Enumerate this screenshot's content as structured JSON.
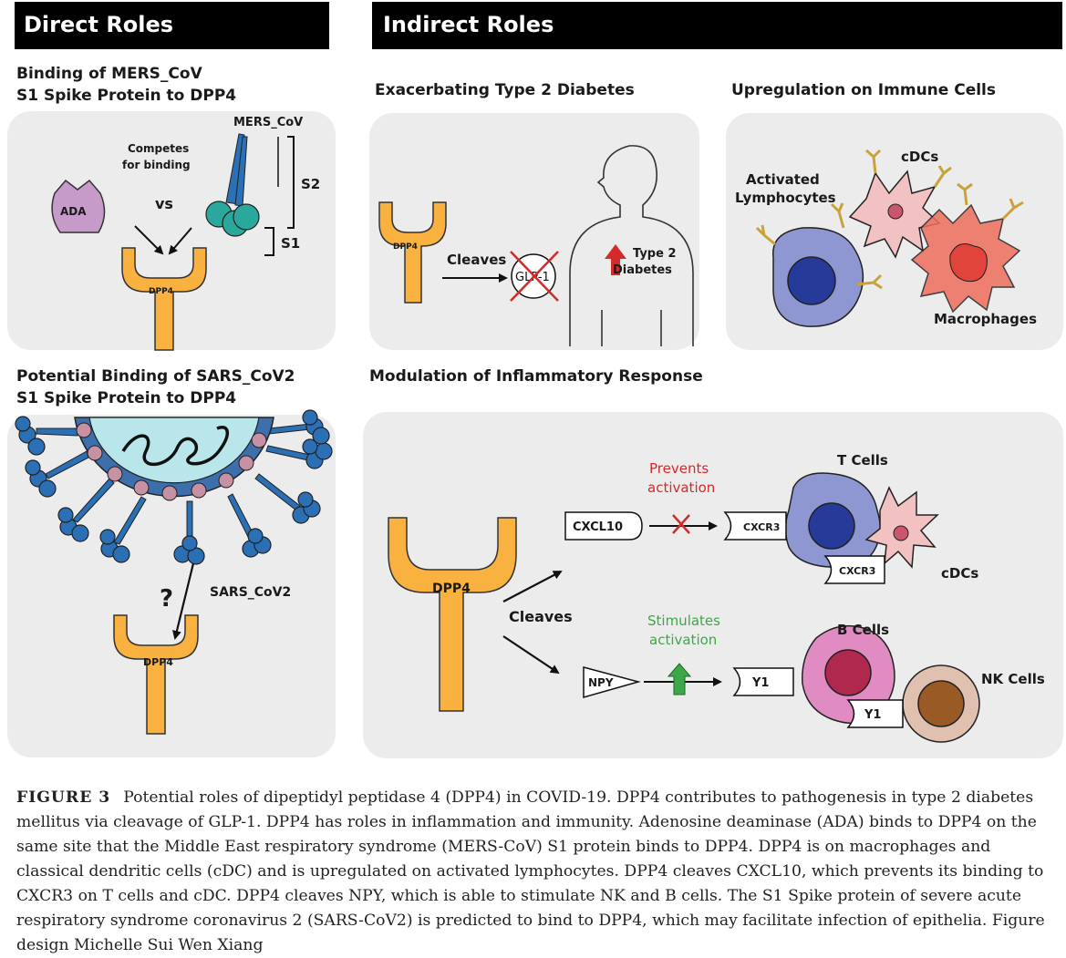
{
  "headers": {
    "direct": "Direct Roles",
    "indirect": "Indirect Roles"
  },
  "mers": {
    "title1": "Binding of MERS_CoV",
    "title2": "S1 Spike Protein to DPP4",
    "ada": "ADA",
    "competes1": "Competes",
    "competes2": "for binding",
    "vs": "vs",
    "virus": "MERS_CoV",
    "s2": "S2",
    "s1": "S1",
    "dpp4": "DPP4"
  },
  "sars": {
    "title1": "Potential Binding of SARS_CoV2",
    "title2": "S1 Spike Protein to DPP4",
    "question": "?",
    "virus": "SARS_CoV2",
    "dpp4": "DPP4"
  },
  "diabetes": {
    "title": "Exacerbating Type 2 Diabetes",
    "dpp4": "DPP4",
    "cleaves": "Cleaves",
    "glp1": "GLP-1",
    "result1": "Type 2",
    "result2": "Diabetes"
  },
  "immune": {
    "title": "Upregulation on Immune Cells",
    "lymph1": "Activated",
    "lymph2": "Lymphocytes",
    "cdcs": "cDCs",
    "macro": "Macrophages"
  },
  "inflam": {
    "title": "Modulation of Inflammatory Response",
    "dpp4": "DPP4",
    "cleaves": "Cleaves",
    "cxcl10": "CXCL10",
    "prevents1": "Prevents",
    "prevents2": "activation",
    "cxcr3a": "CXCR3",
    "cxcr3b": "CXCR3",
    "tcells": "T Cells",
    "cdcs": "cDCs",
    "npy": "NPY",
    "stim1": "Stimulates",
    "stim2": "activation",
    "y1a": "Y1",
    "y1b": "Y1",
    "bcells": "B Cells",
    "nkcells": "NK Cells"
  },
  "caption": {
    "label": "FIGURE 3",
    "text": "Potential roles of dipeptidyl peptidase 4 (DPP4) in COVID-19. DPP4 contributes to pathogenesis in type 2 diabetes mellitus via cleavage of GLP-1. DPP4 has roles in inflammation and immunity. Adenosine deaminase (ADA) binds to DPP4 on the same site that the Middle East respiratory syndrome (MERS-CoV) S1 protein binds to DPP4. DPP4 is on macrophages and classical dendritic cells (cDC) and is upregulated on activated lymphocytes. DPP4 cleaves CXCL10, which prevents its binding to CXCR3 on T cells and cDC. DPP4 cleaves NPY, which is able to stimulate NK and B cells. The S1 Spike protein of severe acute respiratory syndrome coronavirus 2 (SARS-CoV2) is predicted to bind to DPP4, which may facilitate infection of epithelia. Figure design Michelle Sui Wen Xiang"
  },
  "colors": {
    "dpp4": "#f9b13f",
    "panel": "#ececec",
    "header": "#000000",
    "ada": "#c79bc9",
    "mers_head": "#2aa89c",
    "spike": "#2b6fb5",
    "sars_core": "#b8e6ea",
    "sars_ring": "#3d6fad",
    "sars_dot": "#c691a3",
    "red": "#d42a2a",
    "green": "#3ea848",
    "tcell": "#8e97d1",
    "tnucleus": "#263a9a",
    "cdc": "#f2c2c2",
    "macro": "#ef6e5c",
    "bcell": "#e08cc2",
    "bnucleus": "#b0284d",
    "nkcell": "#e0c1b0",
    "nknucleus": "#9a5a26"
  }
}
